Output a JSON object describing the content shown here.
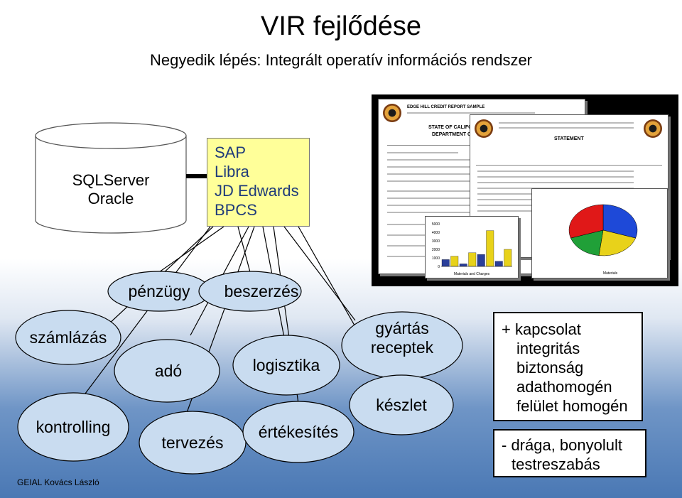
{
  "title": "VIR fejlődése",
  "subtitle": "Negyedik lépés: Integrált operatív információs rendszer",
  "database": {
    "line1": "SQLServer",
    "line2": "Oracle"
  },
  "erp": [
    "SAP",
    "Libra",
    "JD Edwards",
    "BPCS"
  ],
  "modules": {
    "penzugy": "pénzügy",
    "beszerzes": "beszerzés",
    "szamlazas": "számlázás",
    "ado": "adó",
    "logisztika": "logisztika",
    "gyartas_line1": "gyártás",
    "gyartas_line2": "receptek",
    "kontrolling": "kontrolling",
    "tervezes": "tervezés",
    "ertekesites": "értékesítés",
    "keszlet": "készlet"
  },
  "pros": [
    "+ kapcsolat",
    "integritás",
    "biztonság",
    "adathomogén",
    "felület homogén"
  ],
  "cons": [
    "- drága, bonyolult",
    "testreszabás"
  ],
  "footer": "GEIAL Kovács László",
  "report_image": {
    "header_line": "EDGE HILL CREDIT REPORT SAMPLE",
    "state_line": "STATE OF CALIFORNIA",
    "dept_line": "DEPARTMENT OF",
    "statement": "STATEMENT",
    "chart1_label": "Materials and Charges",
    "chart2_label": "Materials",
    "y_ticks": [
      "5000",
      "4000",
      "3000",
      "2000",
      "1000",
      "0"
    ],
    "bars": [
      {
        "value": 800,
        "color": "#2a3f9a"
      },
      {
        "value": 1200,
        "color": "#e8d21a"
      },
      {
        "value": 300,
        "color": "#2a3f9a"
      },
      {
        "value": 1600,
        "color": "#e8d21a"
      },
      {
        "value": 1400,
        "color": "#2a3f9a"
      },
      {
        "value": 4200,
        "color": "#e8d21a"
      },
      {
        "value": 600,
        "color": "#2a3f9a"
      },
      {
        "value": 2000,
        "color": "#e8d21a"
      }
    ],
    "pie": [
      {
        "value": 30,
        "color": "#1e49d8"
      },
      {
        "value": 22,
        "color": "#e8d21a"
      },
      {
        "value": 18,
        "color": "#20a038"
      },
      {
        "value": 30,
        "color": "#e01818"
      }
    ]
  }
}
